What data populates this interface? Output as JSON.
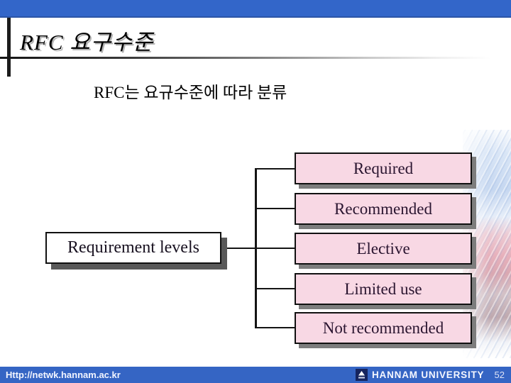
{
  "slide": {
    "title": "RFC 요구수준",
    "subtitle": "RFC는 요규수준에 따라 분류"
  },
  "diagram": {
    "root_label": "Requirement levels",
    "levels": [
      "Required",
      "Recommended",
      "Elective",
      "Limited use",
      "Not recommended"
    ]
  },
  "footer": {
    "url": "Http://netwk.hannam.ac.kr",
    "university_name": "HANNAM UNIVERSITY",
    "page_number": "52",
    "logo": "hannam-university-logo"
  },
  "colors": {
    "top_bar_blue": "#3366c9",
    "footer_bar_blue": "#3565c4",
    "box_pink": "#f8d8e4",
    "box_border_black": "#111111",
    "root_box_white": "#ffffff",
    "shadow_gray": "#7d7d7d",
    "root_shadow_gray": "#595959",
    "line_black": "#141414",
    "title_text": "#000000",
    "footer_text_white": "#f2f5ff"
  }
}
